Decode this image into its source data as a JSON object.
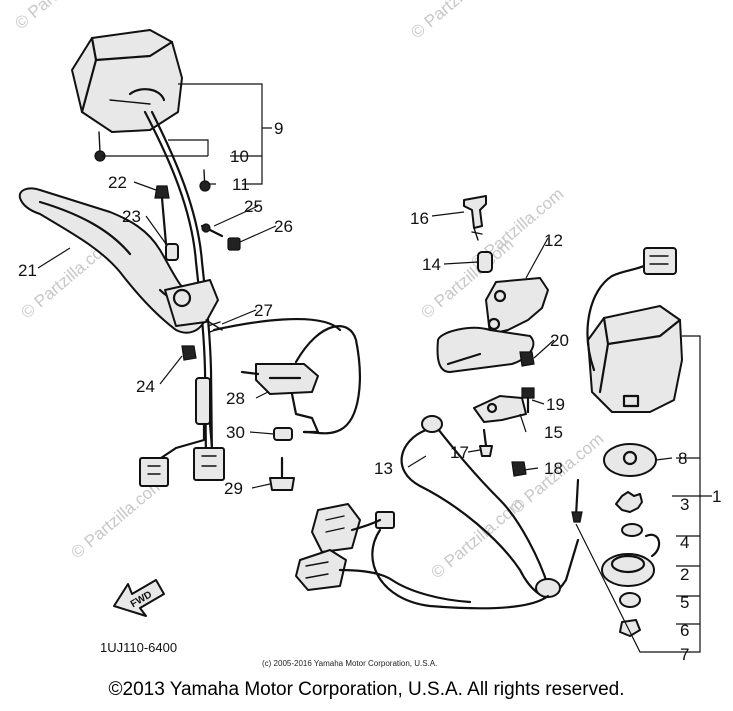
{
  "watermarks": [
    "© Partzilla.com",
    "© Partzilla.com",
    "© Partzilla.com",
    "© Partzilla.com",
    "© Partzilla.com",
    "© Partzilla.com",
    "© Partzilla.com",
    "© Partzilla.com"
  ],
  "callouts": {
    "c1": "1",
    "c2": "2",
    "c3": "3",
    "c4": "4",
    "c5": "5",
    "c6": "6",
    "c7": "7",
    "c8": "8",
    "c9": "9",
    "c10": "10",
    "c11": "11",
    "c12": "12",
    "c13": "13",
    "c14": "14",
    "c15": "15",
    "c16": "16",
    "c17": "17",
    "c18": "18",
    "c19": "19",
    "c20": "20",
    "c21": "21",
    "c22": "22",
    "c23": "23",
    "c24": "24",
    "c25": "25",
    "c26": "26",
    "c27": "27",
    "c28": "28",
    "c29": "29",
    "c30": "30"
  },
  "fwd_label": "FWD",
  "diagram_code": "1UJ110-6400",
  "small_copyright": "(c) 2005-2016 Yamaha Motor Corporation, U.S.A.",
  "copyright": "©2013 Yamaha Motor Corporation, U.S.A. All rights reserved."
}
